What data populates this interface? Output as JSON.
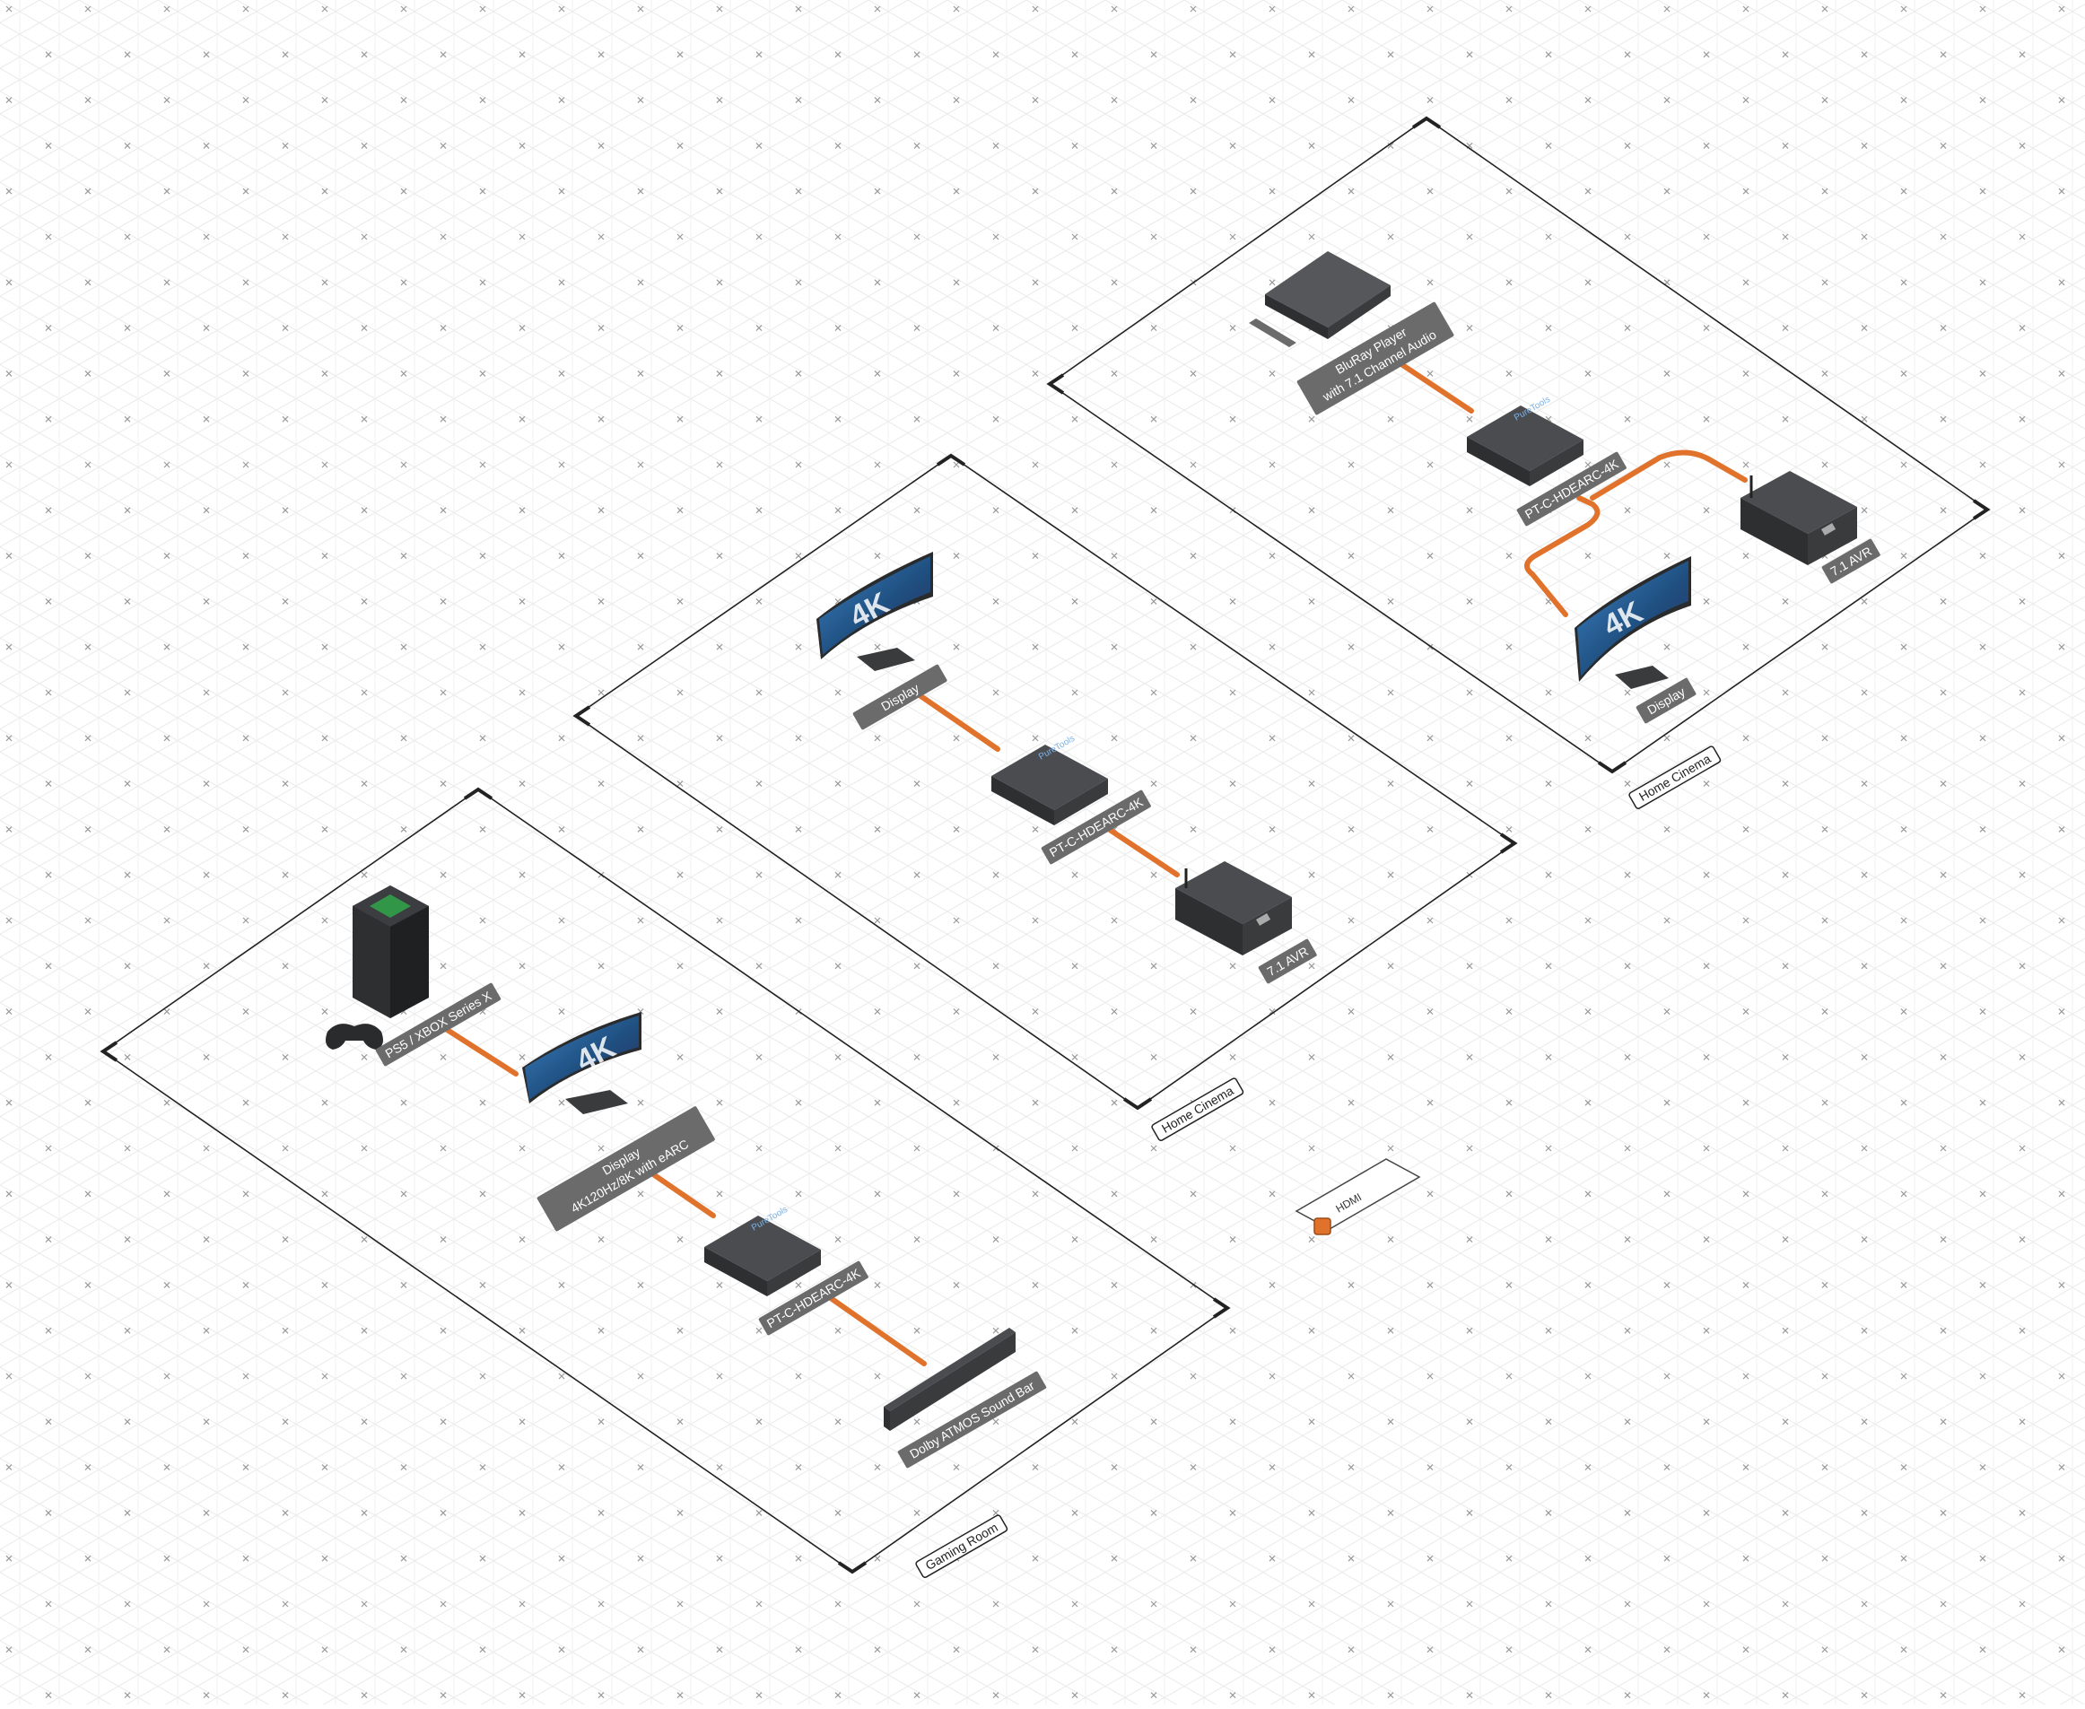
{
  "colors": {
    "hdmi_cable": "#e0722c",
    "label_bg": "#6b6b6b",
    "label_text": "#ffffff",
    "zone_border": "#222222",
    "device_dark": "#3a3b3d",
    "device_mid": "#55575a",
    "screen_blue": "#2d6ba8",
    "grid_line": "#e6e6e6",
    "grid_cross": "#9a9a9a",
    "console_green": "#2fa64a"
  },
  "zones": [
    {
      "id": "gaming_room",
      "title": "Gaming Room",
      "devices": [
        {
          "id": "console",
          "icon": "game-console-icon",
          "label_lines": [
            "PS5 / XBOX Series X"
          ]
        },
        {
          "id": "display",
          "icon": "monitor-4k-icon",
          "screen_text": "4K",
          "label_lines": [
            "Display",
            "4K120Hz/8K with eARC"
          ]
        },
        {
          "id": "extractor",
          "icon": "hdmi-extractor-icon",
          "brand": "PureTools",
          "label_lines": [
            "PT-C-HDEARC-4K"
          ]
        },
        {
          "id": "soundbar",
          "icon": "soundbar-icon",
          "label_lines": [
            "Dolby ATMOS Sound Bar"
          ]
        }
      ]
    },
    {
      "id": "home_cinema_1",
      "title": "Home Cinema",
      "devices": [
        {
          "id": "display",
          "icon": "monitor-4k-icon",
          "screen_text": "4K",
          "label_lines": [
            "Display"
          ]
        },
        {
          "id": "extractor",
          "icon": "hdmi-extractor-icon",
          "brand": "PureTools",
          "label_lines": [
            "PT-C-HDEARC-4K"
          ]
        },
        {
          "id": "avr",
          "icon": "av-receiver-icon",
          "label_lines": [
            "7.1 AVR"
          ]
        }
      ]
    },
    {
      "id": "home_cinema_2",
      "title": "Home Cinema",
      "devices": [
        {
          "id": "bluray",
          "icon": "bluray-player-icon",
          "label_lines": [
            "BluRay Player",
            "with 7.1 Channel Audio"
          ]
        },
        {
          "id": "extractor",
          "icon": "hdmi-extractor-icon",
          "brand": "PureTools",
          "label_lines": [
            "PT-C-HDEARC-4K"
          ]
        },
        {
          "id": "display",
          "icon": "monitor-4k-icon",
          "screen_text": "4K",
          "label_lines": [
            "Display"
          ]
        },
        {
          "id": "avr",
          "icon": "av-receiver-icon",
          "label_lines": [
            "7.1 AVR"
          ]
        }
      ]
    }
  ],
  "legend": {
    "items": [
      {
        "label": "HDMI",
        "color": "#e0722c"
      }
    ]
  }
}
